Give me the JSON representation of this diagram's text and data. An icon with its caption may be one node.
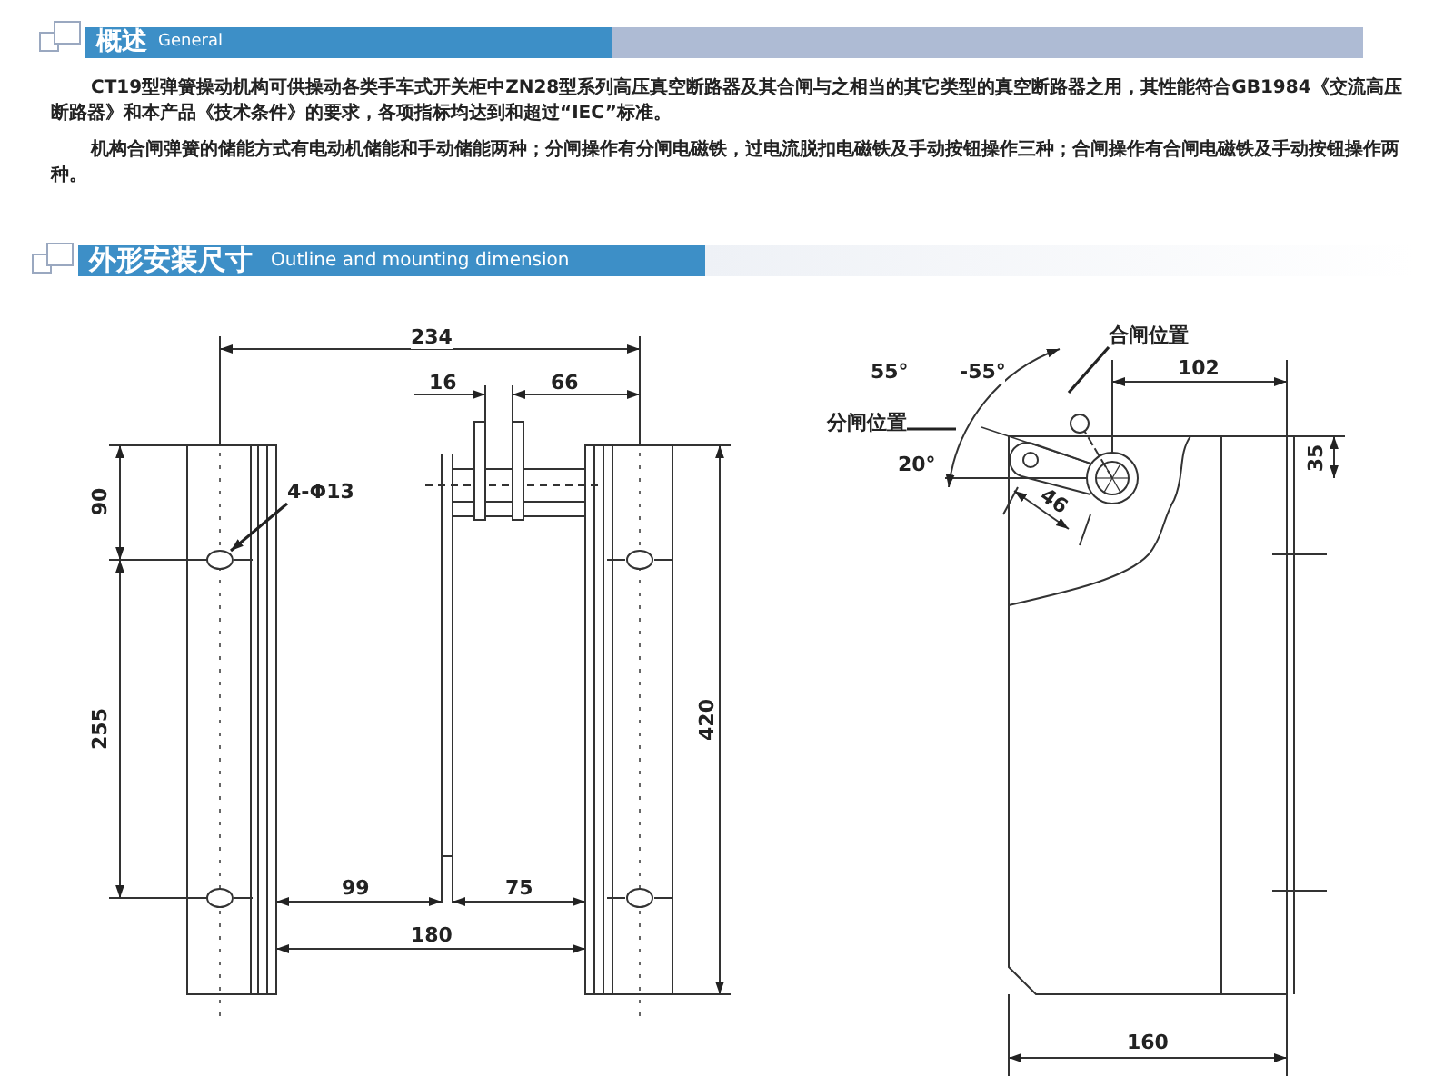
{
  "diagram": {
    "nodes": [
      {
        "text": [
          "概述",
          "General"
        ]
      },
      {
        "text": [
          "外形安装尺寸",
          "Outline and mounting dimension"
        ]
      },
      {
        "text": [
          "4-Φ13"
        ]
      },
      {
        "text": [
          "合闸位置"
        ]
      },
      {
        "text": [
          "分闸位置"
        ]
      }
    ],
    "edges": [
      {
        "from": 2,
        "to": null,
        "arrow": "to"
      },
      {
        "from": 3,
        "to": null,
        "arrow": "none"
      },
      {
        "from": 4,
        "to": null,
        "arrow": "none"
      }
    ],
    "labels": [
      "CT19型弹簧操动机构可供操动各类手车式开关柜中ZN28型系列高压真空断路器及其合闸与之相当的其它类型的真空断路器之用，其性能符合GB1984《交流高压断路器》和本产品《技术条件》的要求，各项指标均达到和超过“IEC”标准。",
      "机构合闸弹簧的储能方式有电动机储能和手动储能两种；分闸操作有分闸电磁铁，过电流脱扣电磁铁及手动按钮操作三种；合闸操作有合闸电磁铁及手动按钮操作两种。",
      "234",
      "16",
      "66",
      "90",
      "255",
      "420",
      "99",
      "75",
      "180",
      "55°",
      "-55°",
      "20°",
      "102",
      "35",
      "46",
      "160"
    ]
  }
}
